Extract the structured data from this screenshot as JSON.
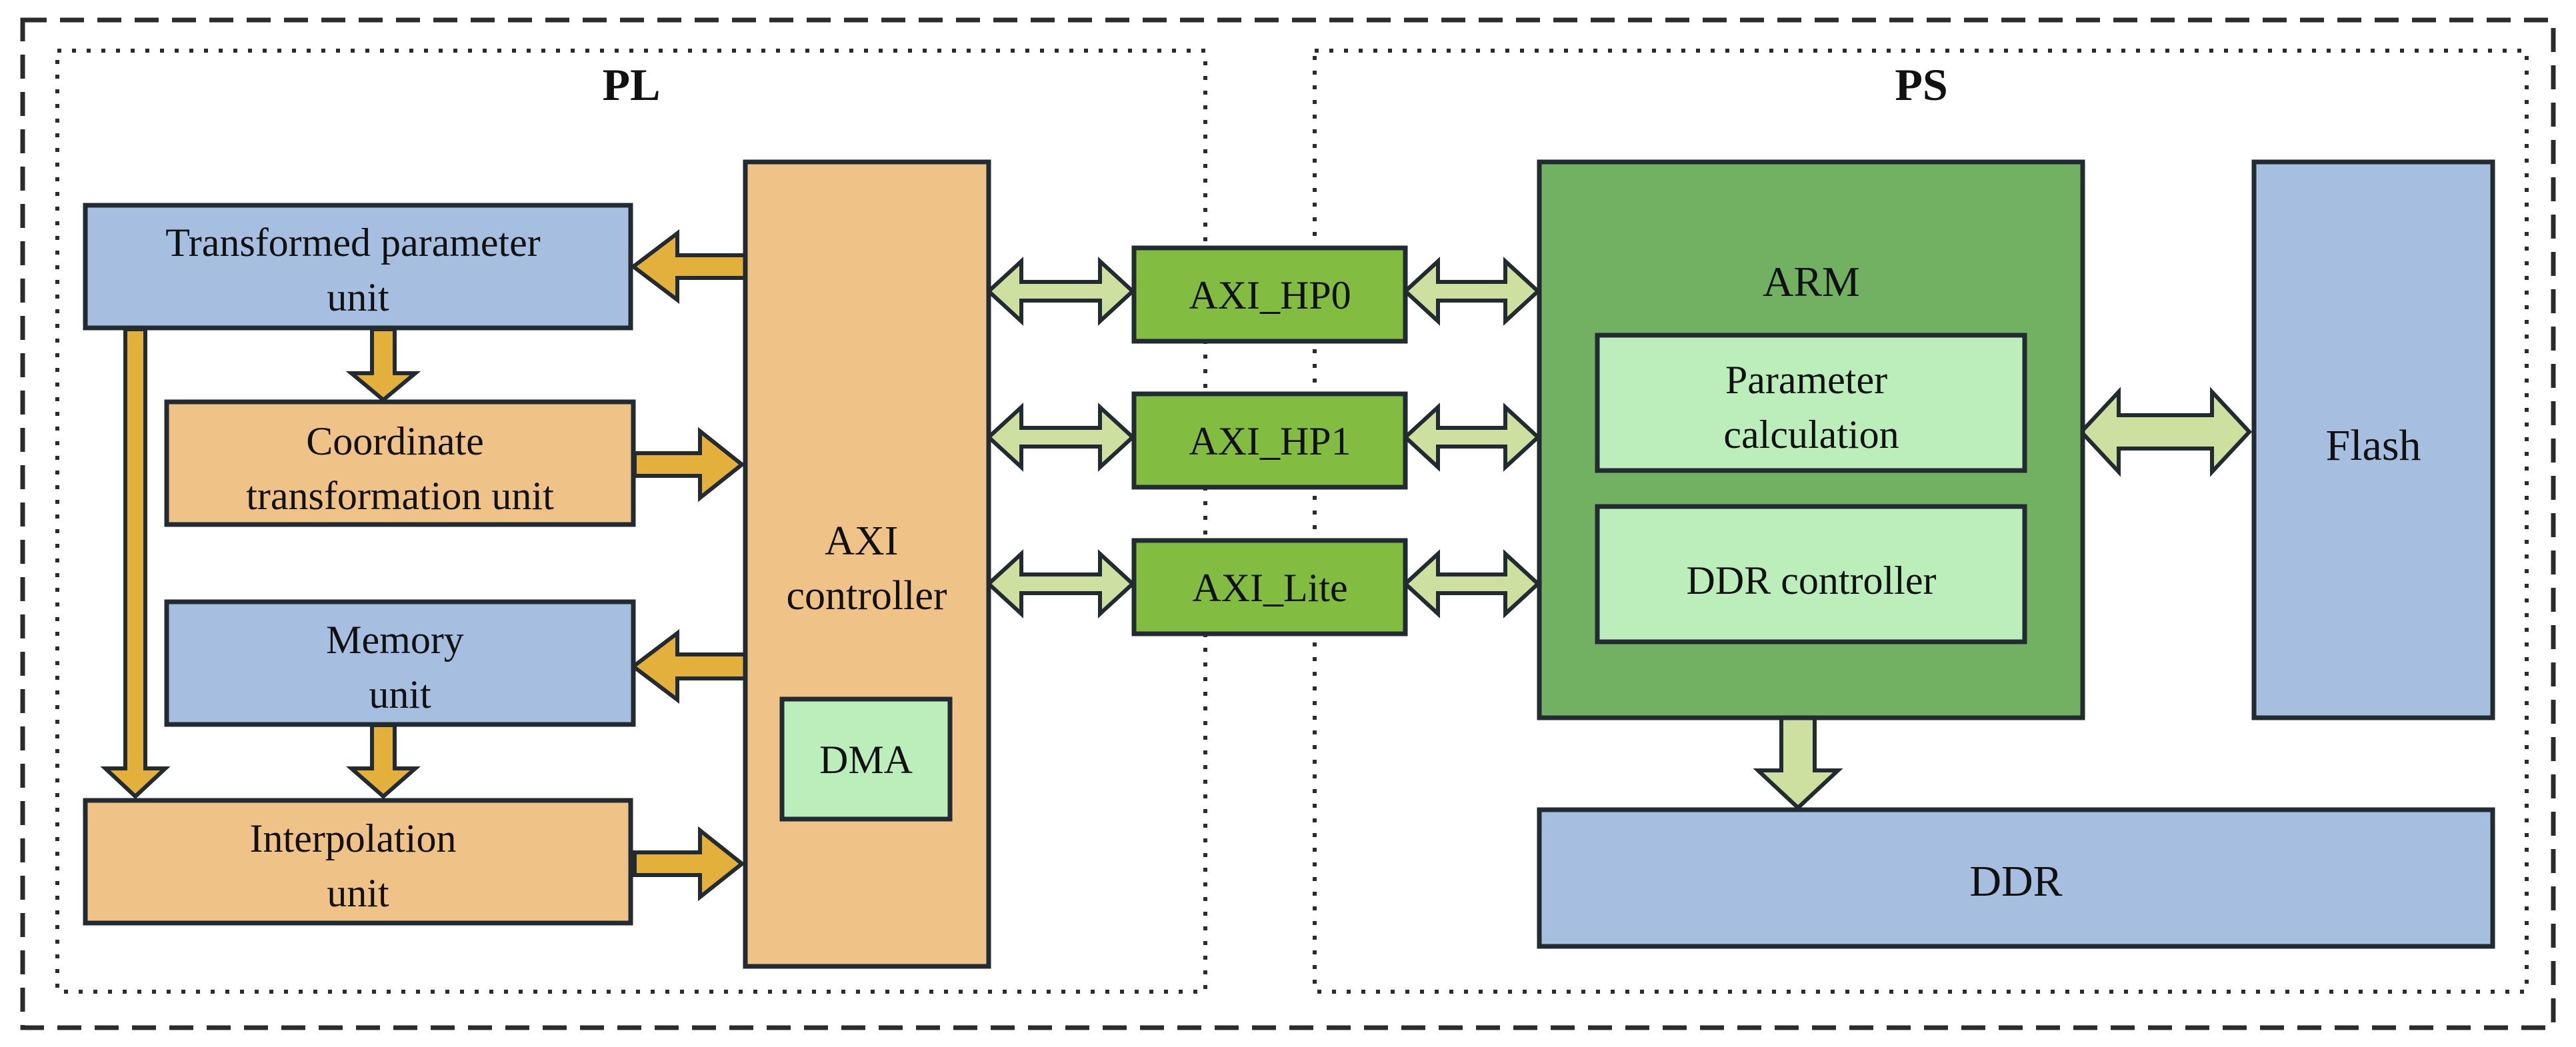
{
  "sections": {
    "pl": "PL",
    "ps": "PS"
  },
  "blocks": {
    "transformed_parameter_unit": [
      "Transformed parameter",
      "unit"
    ],
    "coordinate_transformation_unit": [
      "Coordinate",
      "transformation unit"
    ],
    "memory_unit": [
      "Memory",
      "unit"
    ],
    "interpolation_unit": [
      "Interpolation",
      "unit"
    ],
    "axi_controller": [
      "AXI",
      "controller"
    ],
    "dma": "DMA",
    "axi_hp0": "AXI_HP0",
    "axi_hp1": "AXI_HP1",
    "axi_lite": "AXI_Lite",
    "arm": "ARM",
    "parameter_calculation": [
      "Parameter",
      "calculation"
    ],
    "ddr_controller": "DDR controller",
    "flash": "Flash",
    "ddr": "DDR"
  },
  "colors": {
    "blue_block": "#a6bfe0",
    "orange_block": "#efc287",
    "light_green_block": "#bbeebb",
    "mid_green_block": "#82bc40",
    "dark_green_block": "#72b062",
    "gold_arrow": "#e3b13b",
    "pale_green_arrow": "#cde0a0",
    "outline": "#222a32"
  }
}
